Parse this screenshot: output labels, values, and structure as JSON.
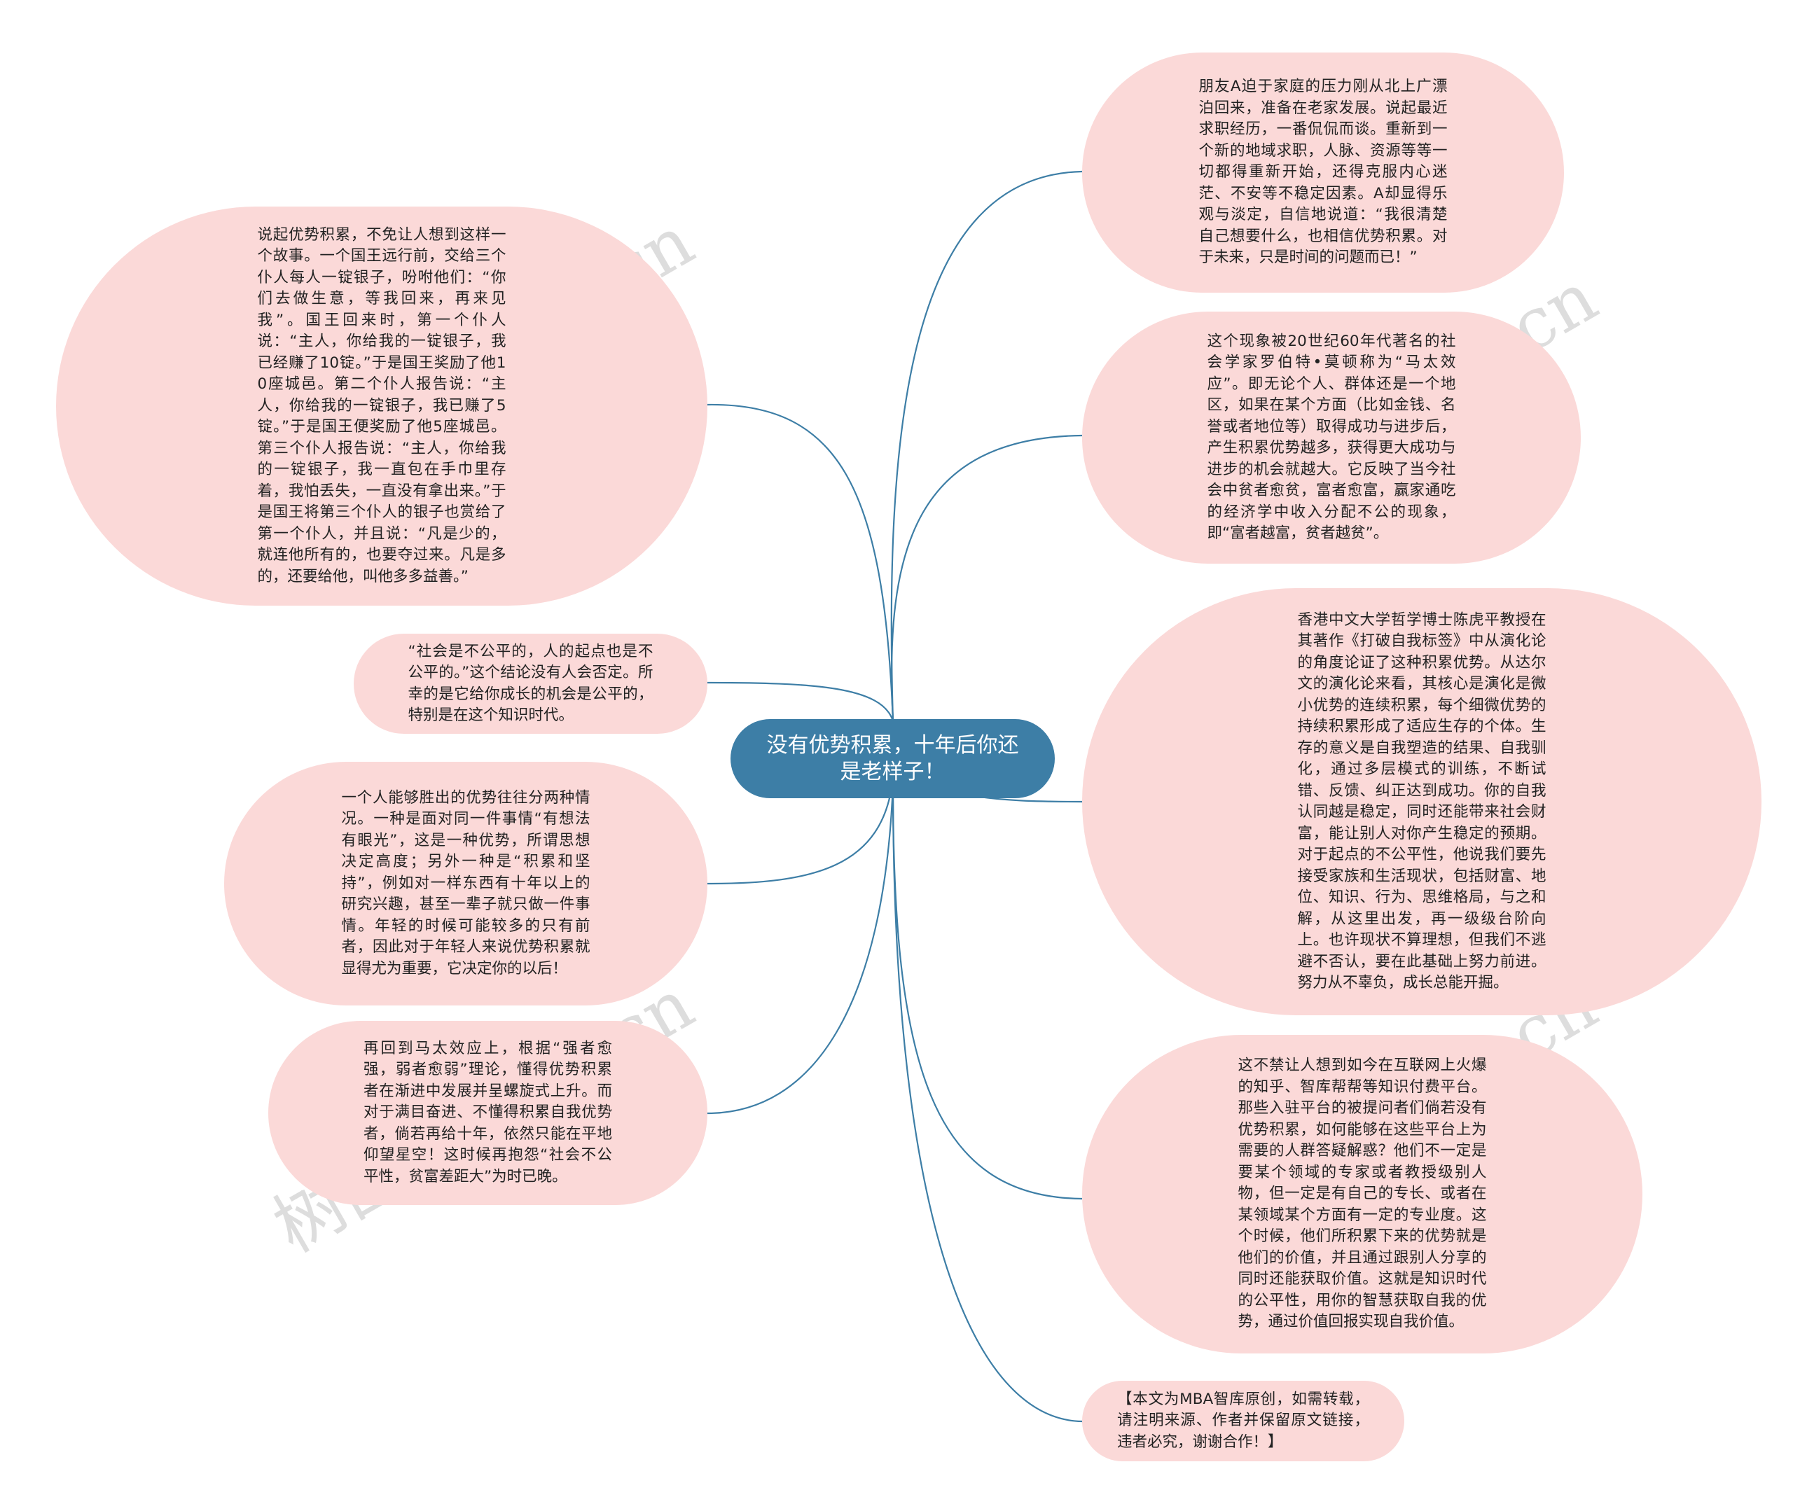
{
  "central": {
    "title": "没有优势积累，十年后你还是老样子！"
  },
  "nodes": {
    "l1": "说起优势积累，不免让人想到这样一个故事。一个国王远行前，交给三个仆人每人一锭银子，吩咐他们：“你们去做生意，等我回来，再来见我”。国王回来时，第一个仆人说：“主人，你给我的一锭银子，我已经赚了10锭。”于是国王奖励了他10座城邑。第二个仆人报告说：“主人，你给我的一锭银子，我已赚了5锭。”于是国王便奖励了他5座城邑。第三个仆人报告说：“主人，你给我的一锭银子，我一直包在手巾里存着，我怕丢失，一直没有拿出来。”于是国王将第三个仆人的银子也赏给了第一个仆人，并且说：“凡是少的，就连他所有的，也要夺过来。凡是多的，还要给他，叫他多多益善。”",
    "l2": "“社会是不公平的，人的起点也是不公平的。”这个结论没有人会否定。所幸的是它给你成长的机会是公平的，特别是在这个知识时代。",
    "l3": "一个人能够胜出的优势往往分两种情况。一种是面对同一件事情“有想法有眼光”，这是一种优势，所谓思想决定高度；另外一种是“积累和坚持”，例如对一样东西有十年以上的研究兴趣，甚至一辈子就只做一件事情。年轻的时候可能较多的只有前者，因此对于年轻人来说优势积累就显得尤为重要，它决定你的以后！",
    "l4": "再回到马太效应上，根据“强者愈强，弱者愈弱”理论，懂得优势积累者在渐进中发展并呈螺旋式上升。而对于满目奋进、不懂得积累自我优势者，倘若再给十年，依然只能在平地仰望星空！这时候再抱怨“社会不公平性，贫富差距大”为时已晚。",
    "r1": "朋友A迫于家庭的压力刚从北上广漂泊回来，准备在老家发展。说起最近求职经历，一番侃侃而谈。重新到一个新的地域求职，人脉、资源等等一切都得重新开始，还得克服内心迷茫、不安等不稳定因素。A却显得乐观与淡定，自信地说道：“我很清楚自己想要什么，也相信优势积累。对于未来，只是时间的问题而已！”",
    "r2": "这个现象被20世纪60年代著名的社会学家罗伯特•莫顿称为“马太效应”。即无论个人、群体还是一个地区，如果在某个方面（比如金钱、名誉或者地位等）取得成功与进步后，产生积累优势越多，获得更大成功与进步的机会就越大。它反映了当今社会中贫者愈贫，富者愈富，赢家通吃的经济学中收入分配不公的现象，即“富者越富，贫者越贫”。",
    "r3": "香港中文大学哲学博士陈虎平教授在其著作《打破自我标签》中从演化论的角度论证了这种积累优势。从达尔文的演化论来看，其核心是演化是微小优势的连续积累，每个细微优势的持续积累形成了适应生存的个体。生存的意义是自我塑造的结果、自我驯化，通过多层模式的训练，不断试错、反馈、纠正达到成功。你的自我认同越是稳定，同时还能带来社会财富，能让别人对你产生稳定的预期。对于起点的不公平性，他说我们要先接受家族和生活现状，包括财富、地位、知识、行为、思维格局，与之和解，从这里出发，再一级级台阶向上。也许现状不算理想，但我们不逃避不否认，要在此基础上努力前进。努力从不辜负，成长总能开掘。",
    "r4": "这不禁让人想到如今在互联网上火爆的知乎、智库帮帮等知识付费平台。那些入驻平台的被提问者们倘若没有优势积累，如何能够在这些平台上为需要的人群答疑解惑？他们不一定是要某个领域的专家或者教授级别人物，但一定是有自己的专长、或者在某领域某个方面有一定的专业度。这个时候，他们所积累下来的优势就是他们的价值，并且通过跟别人分享的同时还能获取价值。这就是知识时代的公平性，用你的智慧获取自我的优势，通过价值回报实现自我价值。",
    "r5": "【本文为MBA智库原创，如需转载，请注明来源、作者并保留原文链接，违者必究，谢谢合作！】"
  },
  "watermark": "树图 shutu.cn",
  "colors": {
    "central_fill": "#3d7ea6",
    "node_fill": "#fbd9d8",
    "link": "#3d7ea6",
    "text": "#222222"
  }
}
